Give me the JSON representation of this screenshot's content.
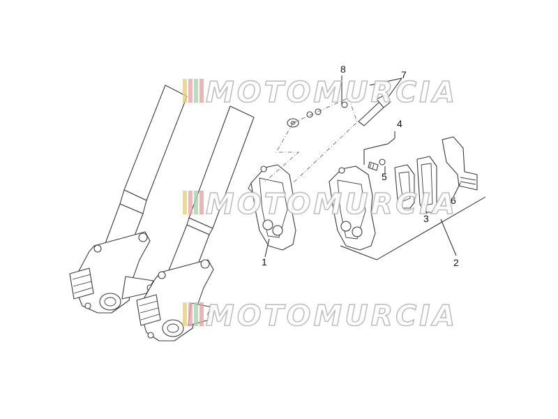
{
  "watermark": {
    "text": "MOTOMURCIA",
    "colors": [
      "#e6cf7a",
      "#e7a6a6",
      "#a6d4ad",
      "#e3a4a4"
    ]
  },
  "callouts": {
    "c1": "1",
    "c2": "2",
    "c3": "3",
    "c4": "4",
    "c5": "5",
    "c6": "6",
    "c7": "7",
    "c8": "8"
  }
}
